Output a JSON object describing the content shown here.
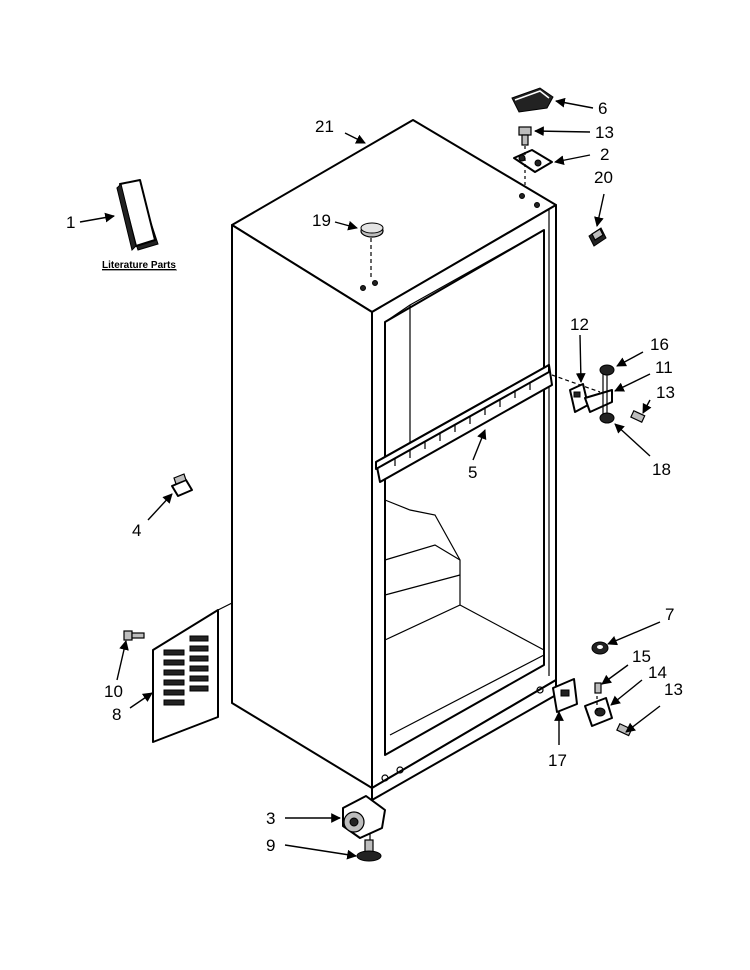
{
  "literature_label": "Literature Parts",
  "callouts": {
    "c1": "1",
    "c2": "2",
    "c3": "3",
    "c4": "4",
    "c5": "5",
    "c6": "6",
    "c7": "7",
    "c8": "8",
    "c9": "9",
    "c10": "10",
    "c11": "11",
    "c12": "12",
    "c13a": "13",
    "c13b": "13",
    "c13c": "13",
    "c14": "14",
    "c15": "15",
    "c16": "16",
    "c17": "17",
    "c18": "18",
    "c19": "19",
    "c20": "20",
    "c21": "21"
  }
}
